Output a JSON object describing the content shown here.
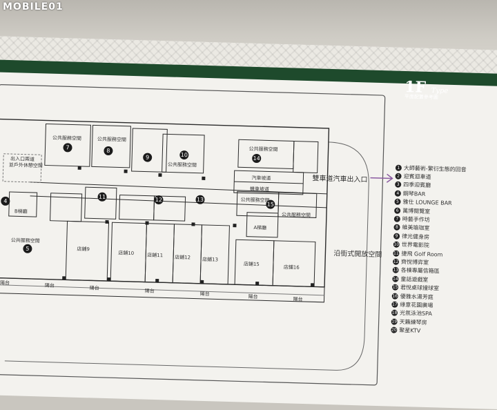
{
  "watermark": "MOBILE01",
  "header": {
    "floor": "1F",
    "type": "Type",
    "caption": "平面配置參考圖"
  },
  "legend": [
    {
      "n": "1",
      "label": "大師藝術-繁衍生態的回音"
    },
    {
      "n": "2",
      "label": "迎賓迴車道"
    },
    {
      "n": "3",
      "label": "四季迎賓廳"
    },
    {
      "n": "4",
      "label": "鋼琴BAR"
    },
    {
      "n": "5",
      "label": "雅仕 LOUNGE BAR"
    },
    {
      "n": "6",
      "label": "萬博閱覽室"
    },
    {
      "n": "7",
      "label": "時藝手作坊"
    },
    {
      "n": "8",
      "label": "維美瑜珈室"
    },
    {
      "n": "9",
      "label": "律光健身房"
    },
    {
      "n": "10",
      "label": "世界電影院"
    },
    {
      "n": "11",
      "label": "捷飛 Golf Room"
    },
    {
      "n": "12",
      "label": "齊悅博弈室"
    },
    {
      "n": "13",
      "label": "各棟專屬信箱區"
    },
    {
      "n": "14",
      "label": "童話遊戲室"
    },
    {
      "n": "15",
      "label": "君悅桌球撞球室"
    },
    {
      "n": "16",
      "label": "優雅水湯芳庭"
    },
    {
      "n": "17",
      "label": "綠意花園廣場"
    },
    {
      "n": "18",
      "label": "光氛泳池SPA"
    },
    {
      "n": "19",
      "label": "天籟練琴房"
    },
    {
      "n": "20",
      "label": "聚星KTV"
    }
  ],
  "plan": {
    "public_service": "公共服務空間",
    "entrance": "出入口兩道",
    "entrance2": "並戶外休憩空間",
    "lobby_b": "B梯廳",
    "lobby_a": "A梯廳",
    "ramp": "汽車坡道",
    "ramp2": "機車坡道",
    "car_exit": "雙車道汽車出入口",
    "open_space": "沿街式開放空間",
    "shops": [
      "店鋪9",
      "店鋪10",
      "店鋪11",
      "店鋪12",
      "店鋪13",
      "店鋪15",
      "店鋪16"
    ],
    "balcony": "陽台",
    "room_numbers": [
      "4",
      "5",
      "7",
      "8",
      "9",
      "10",
      "11",
      "12",
      "13",
      "14",
      "15"
    ]
  },
  "colors": {
    "band": "#1e4a2c",
    "arrow": "#8a5aa0",
    "line": "#2a2a2a"
  }
}
